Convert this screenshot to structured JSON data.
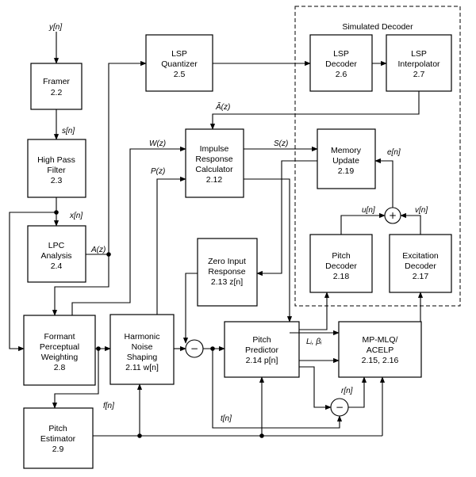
{
  "simulated_decoder": {
    "label": "Simulated Decoder"
  },
  "blocks": {
    "framer": [
      "Framer",
      "2.2"
    ],
    "hpf": [
      "High Pass",
      "Filter",
      "2.3"
    ],
    "lpc": [
      "LPC",
      "Analysis",
      "2.4"
    ],
    "formant": [
      "Formant",
      "Perceptual",
      "Weighting",
      "2.8"
    ],
    "pitch_est": [
      "Pitch",
      "Estimator",
      "2.9"
    ],
    "lsp_quant": [
      "LSP",
      "Quantizer",
      "2.5"
    ],
    "lsp_dec": [
      "LSP",
      "Decoder",
      "2.6"
    ],
    "lsp_interp": [
      "LSP",
      "Interpolator",
      "2.7"
    ],
    "impulse": [
      "Impulse",
      "Response",
      "Calculator",
      "2.12"
    ],
    "memory": [
      "Memory",
      "Update",
      "2.19"
    ],
    "zero_input": [
      "Zero Input",
      "Response",
      "2.13 z[n]"
    ],
    "pitch_dec": [
      "Pitch",
      "Decoder",
      "2.18"
    ],
    "exc_dec": [
      "Excitation",
      "Decoder",
      "2.17"
    ],
    "harmonic": [
      "Harmonic",
      "Noise",
      "Shaping",
      "2.11 w[n]"
    ],
    "pitch_pred": [
      "Pitch",
      "Predictor",
      "2.14 p[n]"
    ],
    "mpmlq": [
      "MP-MLQ/",
      "ACELP",
      "2.15, 2.16"
    ]
  },
  "signals": {
    "y": "y[n]",
    "s": "s[n]",
    "x": "x[n]",
    "A": "A(z)",
    "Atilde": "Ã(z)",
    "W": "W(z)",
    "P": "P(z)",
    "S": "S(z)",
    "e": "e[n]",
    "u": "u[n]",
    "v": "v[n]",
    "f": "f[n]",
    "t": "t[n]",
    "r": "r[n]",
    "L": "Lᵢ, βᵢ"
  },
  "symbols": {
    "plus": "+",
    "minus": "−"
  }
}
